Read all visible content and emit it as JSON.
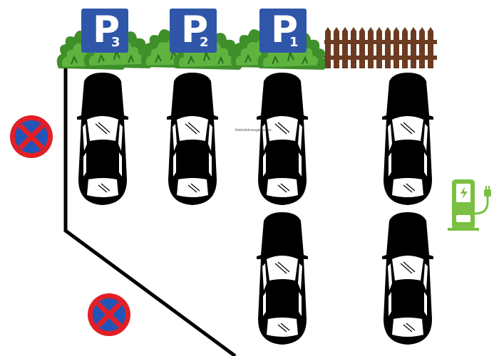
{
  "parking_signs": [
    {
      "letter": "P",
      "number": "3"
    },
    {
      "letter": "P",
      "number": "2"
    },
    {
      "letter": "P",
      "number": "1"
    }
  ],
  "tiny_label": "Elektrofahrzeugladesäule",
  "colors": {
    "sign_blue": "#2f56a8",
    "hedge_green": "#3f8f2b",
    "fence_brown": "#6b3b22",
    "car_black": "#000000",
    "no_stopping_red": "#e11f26",
    "no_stopping_blue": "#2155b8",
    "charger_green": "#7bc043"
  },
  "icons": [
    "parking-sign",
    "hedge",
    "wooden-fence",
    "car-top-view",
    "no-stopping-sign",
    "ev-charger-icon"
  ]
}
